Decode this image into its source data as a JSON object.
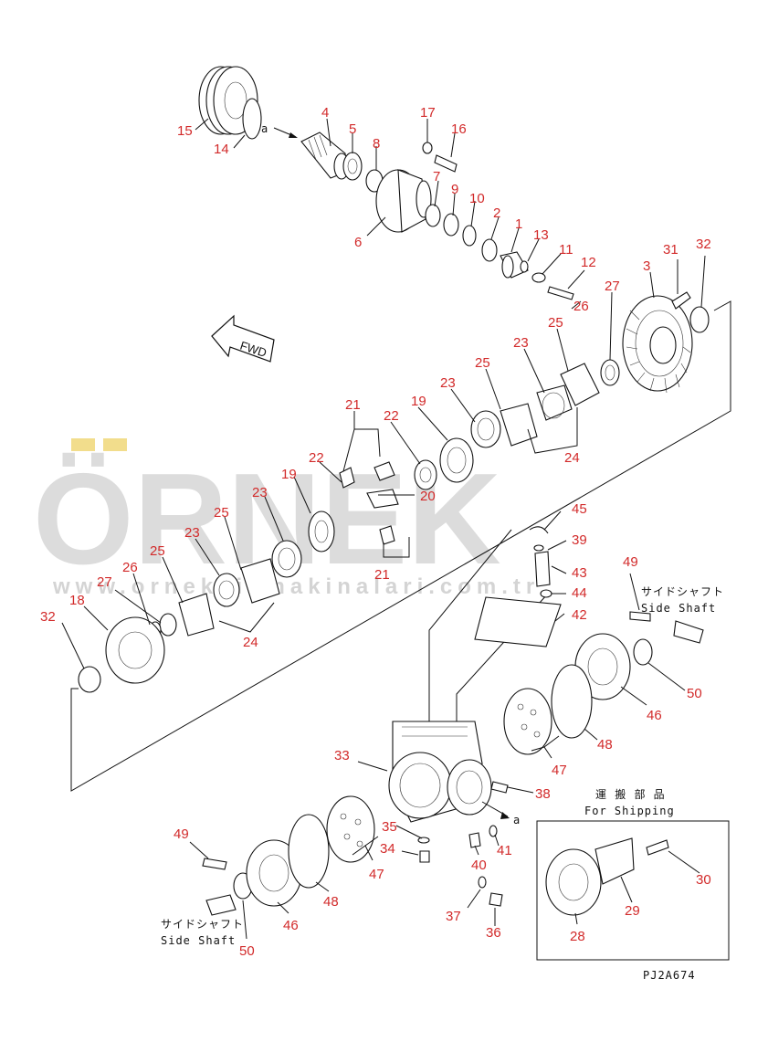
{
  "watermark": {
    "logo": "ÖRNEK",
    "url": "www.orneksismakinalari.com.tr"
  },
  "fwd_label": "FWD",
  "arrow_marker": "a",
  "side_shaft_jp": "サイドシャフト",
  "side_shaft_en": "Side Shaft",
  "for_shipping_jp": "運 搬 部 品",
  "for_shipping_en": "For Shipping",
  "drawing_code": "PJ2A674",
  "callouts": [
    {
      "id": "c15",
      "text": "15"
    },
    {
      "id": "c14",
      "text": "14"
    },
    {
      "id": "c4",
      "text": "4"
    },
    {
      "id": "c5",
      "text": "5"
    },
    {
      "id": "c8",
      "text": "8"
    },
    {
      "id": "c17",
      "text": "17"
    },
    {
      "id": "c16",
      "text": "16"
    },
    {
      "id": "c7",
      "text": "7"
    },
    {
      "id": "c9",
      "text": "9"
    },
    {
      "id": "c10",
      "text": "10"
    },
    {
      "id": "c2",
      "text": "2"
    },
    {
      "id": "c1",
      "text": "1"
    },
    {
      "id": "c13",
      "text": "13"
    },
    {
      "id": "c11",
      "text": "11"
    },
    {
      "id": "c12",
      "text": "12"
    },
    {
      "id": "c6",
      "text": "6"
    },
    {
      "id": "c31",
      "text": "31"
    },
    {
      "id": "c32a",
      "text": "32"
    },
    {
      "id": "c3",
      "text": "3"
    },
    {
      "id": "c27a",
      "text": "27"
    },
    {
      "id": "c26a",
      "text": "26"
    },
    {
      "id": "c25a",
      "text": "25"
    },
    {
      "id": "c23a",
      "text": "23"
    },
    {
      "id": "c25b",
      "text": "25"
    },
    {
      "id": "c23b",
      "text": "23"
    },
    {
      "id": "c24a",
      "text": "24"
    },
    {
      "id": "c21a",
      "text": "21"
    },
    {
      "id": "c22a",
      "text": "22"
    },
    {
      "id": "c19a",
      "text": "19"
    },
    {
      "id": "c22b",
      "text": "22"
    },
    {
      "id": "c20",
      "text": "20"
    },
    {
      "id": "c19b",
      "text": "19"
    },
    {
      "id": "c23c",
      "text": "23"
    },
    {
      "id": "c25c",
      "text": "25"
    },
    {
      "id": "c21b",
      "text": "21"
    },
    {
      "id": "c23d",
      "text": "23"
    },
    {
      "id": "c25d",
      "text": "25"
    },
    {
      "id": "c26b",
      "text": "26"
    },
    {
      "id": "c27b",
      "text": "27"
    },
    {
      "id": "c18",
      "text": "18"
    },
    {
      "id": "c32b",
      "text": "32"
    },
    {
      "id": "c24b",
      "text": "24"
    },
    {
      "id": "c45",
      "text": "45"
    },
    {
      "id": "c39",
      "text": "39"
    },
    {
      "id": "c43",
      "text": "43"
    },
    {
      "id": "c44",
      "text": "44"
    },
    {
      "id": "c42",
      "text": "42"
    },
    {
      "id": "c49a",
      "text": "49"
    },
    {
      "id": "c50a",
      "text": "50"
    },
    {
      "id": "c46a",
      "text": "46"
    },
    {
      "id": "c48a",
      "text": "48"
    },
    {
      "id": "c47a",
      "text": "47"
    },
    {
      "id": "c33",
      "text": "33"
    },
    {
      "id": "c38",
      "text": "38"
    },
    {
      "id": "c35",
      "text": "35"
    },
    {
      "id": "c34",
      "text": "34"
    },
    {
      "id": "c40",
      "text": "40"
    },
    {
      "id": "c41",
      "text": "41"
    },
    {
      "id": "c37",
      "text": "37"
    },
    {
      "id": "c36",
      "text": "36"
    },
    {
      "id": "c49b",
      "text": "49"
    },
    {
      "id": "c47b",
      "text": "47"
    },
    {
      "id": "c48b",
      "text": "48"
    },
    {
      "id": "c46b",
      "text": "46"
    },
    {
      "id": "c50b",
      "text": "50"
    },
    {
      "id": "c30",
      "text": "30"
    },
    {
      "id": "c29",
      "text": "29"
    },
    {
      "id": "c28",
      "text": "28"
    }
  ]
}
